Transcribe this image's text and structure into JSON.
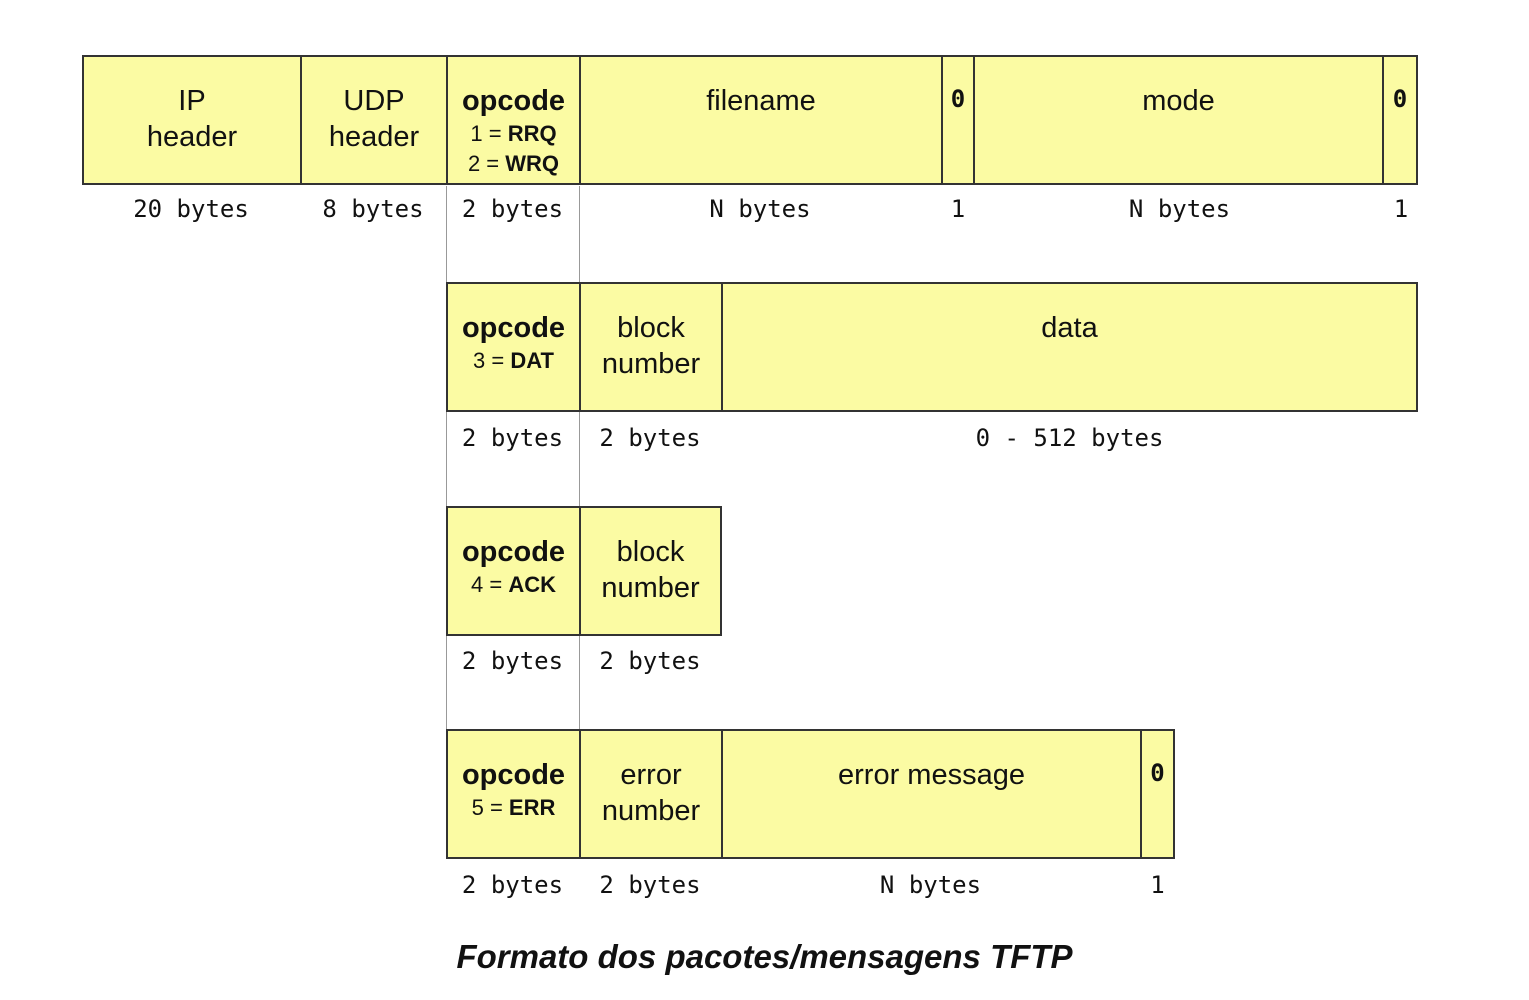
{
  "packets": {
    "rrq_wrq": {
      "ip_header": {
        "line1": "IP",
        "line2": "header",
        "size": "20 bytes"
      },
      "udp_header": {
        "line1": "UDP",
        "line2": "header",
        "size": "8 bytes"
      },
      "opcode": {
        "title": "opcode",
        "code1": "1 = ",
        "name1": "RRQ",
        "code2": "2 = ",
        "name2": "WRQ",
        "size": "2 bytes"
      },
      "filename": {
        "label": "filename",
        "size": "N bytes"
      },
      "zero1": {
        "label": "0",
        "size": "1"
      },
      "mode": {
        "label": "mode",
        "size": "N bytes"
      },
      "zero2": {
        "label": "0",
        "size": "1"
      }
    },
    "data": {
      "opcode": {
        "title": "opcode",
        "code": "3 = ",
        "name": "DAT",
        "size": "2 bytes"
      },
      "block_number": {
        "line1": "block",
        "line2": "number",
        "size": "2 bytes"
      },
      "data": {
        "label": "data",
        "size": "0 - 512 bytes"
      }
    },
    "ack": {
      "opcode": {
        "title": "opcode",
        "code": "4 = ",
        "name": "ACK",
        "size": "2 bytes"
      },
      "block_number": {
        "line1": "block",
        "line2": "number",
        "size": "2 bytes"
      }
    },
    "error": {
      "opcode": {
        "title": "opcode",
        "code": "5 = ",
        "name": "ERR",
        "size": "2 bytes"
      },
      "error_number": {
        "line1": "error",
        "line2": "number",
        "size": "2 bytes"
      },
      "error_message": {
        "label": "error message",
        "size": "N bytes"
      },
      "zero": {
        "label": "0",
        "size": "1"
      }
    }
  },
  "caption": "Formato dos pacotes/mensagens TFTP",
  "colors": {
    "field_fill": "#fbfba3",
    "border": "#333333",
    "guide": "#999999"
  }
}
